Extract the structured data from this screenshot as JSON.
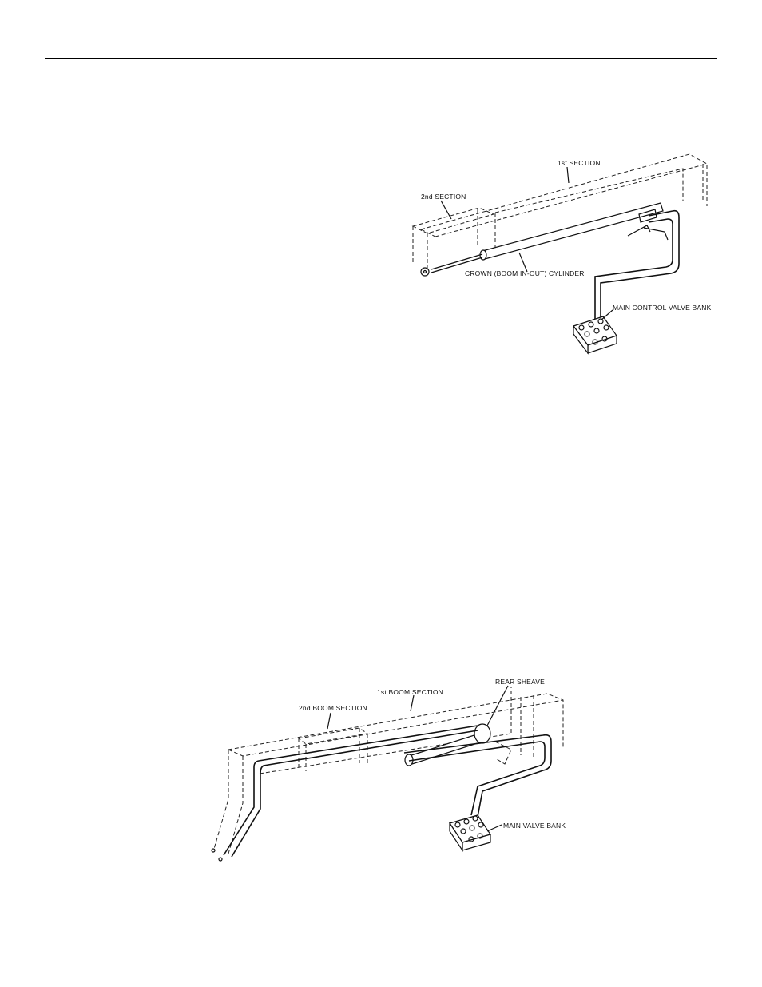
{
  "figure1": {
    "label_1st_section": "1st SECTION",
    "label_2nd_section": "2nd SECTION",
    "label_cylinder": "CROWN (BOOM IN-OUT) CYLINDER",
    "label_valve_bank": "MAIN CONTROL VALVE BANK"
  },
  "figure2": {
    "label_rear_sheave": "REAR SHEAVE",
    "label_1st_boom_section": "1st BOOM SECTION",
    "label_2nd_boom_section": "2nd BOOM SECTION",
    "label_valve_bank": "MAIN VALVE BANK"
  }
}
